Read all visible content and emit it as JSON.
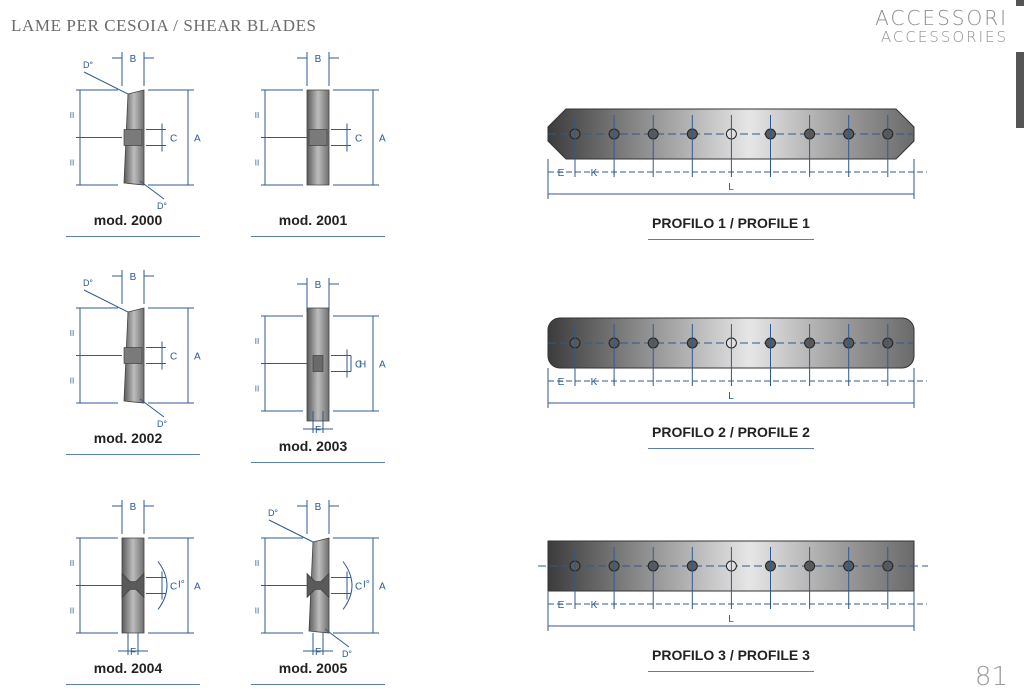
{
  "header": {
    "section_title": "LAME PER CESOIA / SHEAR BLADES",
    "category_it": "ACCESSORI",
    "category_en": "ACCESSORIES"
  },
  "page_number": "81",
  "colors": {
    "dimension_line": "#2c5a93",
    "blade_steel_dark": "#4a4a4a",
    "blade_steel_light": "#e8e8e8",
    "caption_rule": "#5b7fae"
  },
  "models": [
    {
      "caption": "mod. 2000",
      "labels": {
        "b": "B",
        "c": "C",
        "a": "A",
        "d_top": "D°",
        "d_bottom": "D°",
        "half": "II"
      }
    },
    {
      "caption": "mod. 2001",
      "labels": {
        "b": "B",
        "c": "C",
        "a": "A",
        "half": "II"
      }
    },
    {
      "caption": "mod. 2002",
      "labels": {
        "b": "B",
        "c": "C",
        "a": "A",
        "d_top": "D°",
        "d_bottom": "D°",
        "half": "II"
      }
    },
    {
      "caption": "mod. 2003",
      "labels": {
        "b": "B",
        "c": "C",
        "h": "H",
        "a": "A",
        "f": "F",
        "half": "II"
      }
    },
    {
      "caption": "mod. 2004",
      "labels": {
        "b": "B",
        "c": "C",
        "i": "I°",
        "a": "A",
        "f": "F",
        "half": "II"
      }
    },
    {
      "caption": "mod. 2005",
      "labels": {
        "b": "B",
        "c": "C",
        "i": "I°",
        "a": "A",
        "f": "F",
        "d_top": "D°",
        "d_bottom": "D°",
        "half": "II"
      }
    }
  ],
  "profiles": [
    {
      "caption": "PROFILO 1 / PROFILE 1",
      "labels": {
        "e": "E",
        "k": "K",
        "l": "L"
      },
      "holes": 9
    },
    {
      "caption": "PROFILO 2 / PROFILE 2",
      "labels": {
        "e": "E",
        "k": "K",
        "l": "L"
      },
      "holes": 9
    },
    {
      "caption": "PROFILO 3 / PROFILE 3",
      "labels": {
        "e": "E",
        "k": "K",
        "l": "L"
      },
      "holes": 9
    }
  ]
}
